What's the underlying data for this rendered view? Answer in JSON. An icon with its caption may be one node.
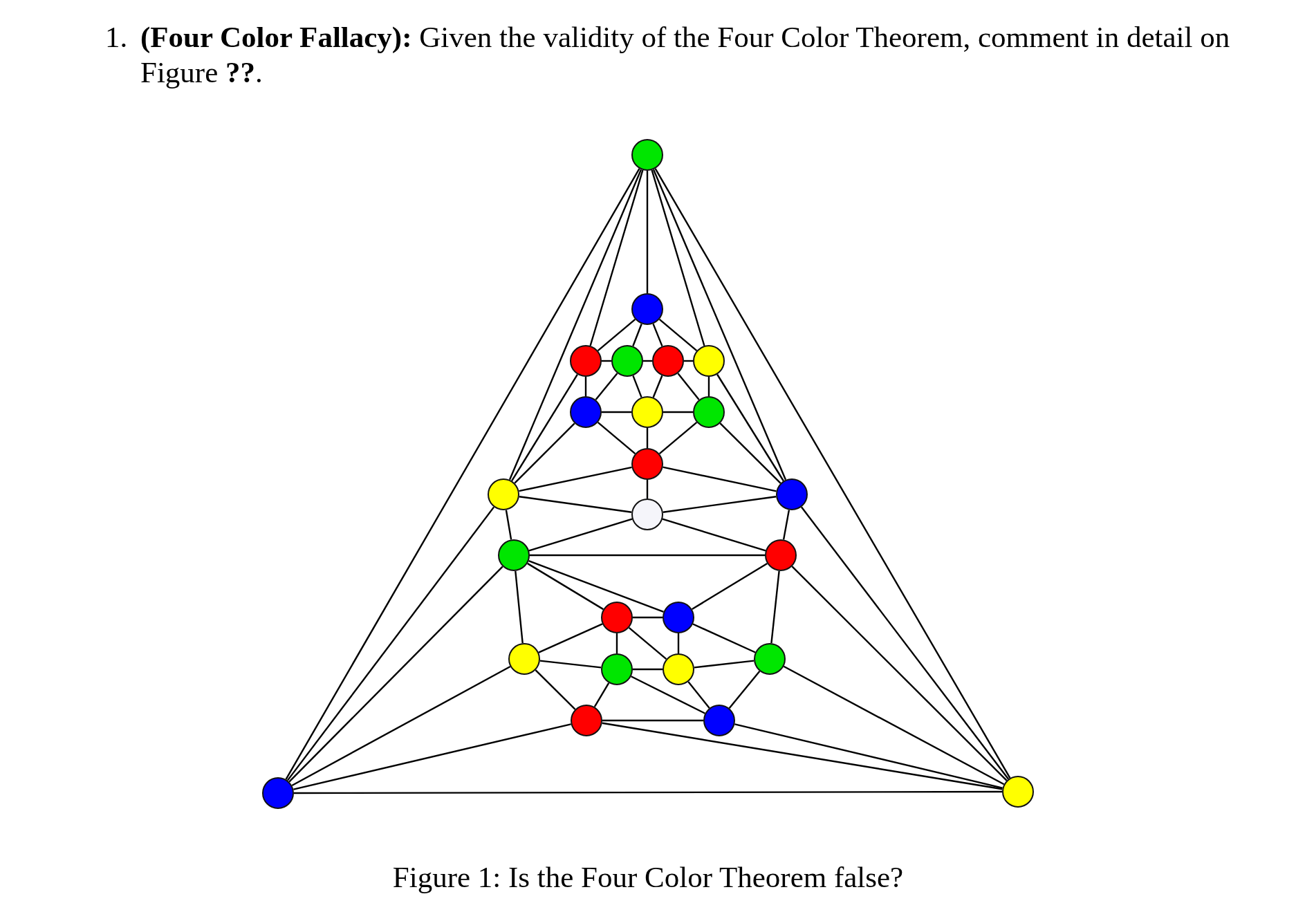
{
  "diagram": {
    "caption": "Figure 1: Is the Four Color Theorem false?",
    "nodes": [
      {
        "text": [],
        "shape": "circle"
      },
      {
        "text": [],
        "shape": "circle"
      },
      {
        "text": [],
        "shape": "circle"
      },
      {
        "text": [],
        "shape": "circle"
      },
      {
        "text": [],
        "shape": "circle"
      },
      {
        "text": [],
        "shape": "circle"
      },
      {
        "text": [],
        "shape": "circle"
      },
      {
        "text": [],
        "shape": "circle"
      },
      {
        "text": [],
        "shape": "circle"
      },
      {
        "text": [],
        "shape": "circle"
      },
      {
        "text": [],
        "shape": "circle"
      },
      {
        "text": [],
        "shape": "circle"
      },
      {
        "text": [],
        "shape": "circle"
      },
      {
        "text": [],
        "shape": "circle"
      },
      {
        "text": [],
        "shape": "circle"
      },
      {
        "text": [],
        "shape": "circle"
      },
      {
        "text": [],
        "shape": "circle"
      },
      {
        "text": [],
        "shape": "circle"
      },
      {
        "text": [],
        "shape": "circle"
      },
      {
        "text": [],
        "shape": "circle"
      },
      {
        "text": [],
        "shape": "circle"
      },
      {
        "text": [],
        "shape": "circle"
      },
      {
        "text": [],
        "shape": "circle"
      },
      {
        "text": [],
        "shape": "circle"
      },
      {
        "text": [],
        "shape": "circle"
      }
    ],
    "edges": [
      {
        "from": 0,
        "to": 23,
        "arrow": "none"
      },
      {
        "from": 0,
        "to": 24,
        "arrow": "none"
      },
      {
        "from": 23,
        "to": 24,
        "arrow": "none"
      },
      {
        "from": 0,
        "to": 1,
        "arrow": "none"
      },
      {
        "from": 1,
        "to": 2,
        "arrow": "none"
      },
      {
        "from": 1,
        "to": 3,
        "arrow": "none"
      },
      {
        "from": 1,
        "to": 4,
        "arrow": "none"
      },
      {
        "from": 1,
        "to": 5,
        "arrow": "none"
      },
      {
        "from": 2,
        "to": 3,
        "arrow": "none"
      },
      {
        "from": 3,
        "to": 4,
        "arrow": "none"
      },
      {
        "from": 4,
        "to": 5,
        "arrow": "none"
      },
      {
        "from": 2,
        "to": 6,
        "arrow": "none"
      },
      {
        "from": 5,
        "to": 8,
        "arrow": "none"
      },
      {
        "from": 3,
        "to": 6,
        "arrow": "none"
      },
      {
        "from": 3,
        "to": 7,
        "arrow": "none"
      },
      {
        "from": 4,
        "to": 7,
        "arrow": "none"
      },
      {
        "from": 4,
        "to": 8,
        "arrow": "none"
      },
      {
        "from": 6,
        "to": 7,
        "arrow": "none"
      },
      {
        "from": 7,
        "to": 8,
        "arrow": "none"
      },
      {
        "from": 6,
        "to": 9,
        "arrow": "none"
      },
      {
        "from": 7,
        "to": 9,
        "arrow": "none"
      },
      {
        "from": 8,
        "to": 9,
        "arrow": "none"
      },
      {
        "from": 0,
        "to": 2,
        "arrow": "none"
      },
      {
        "from": 0,
        "to": 5,
        "arrow": "none"
      },
      {
        "from": 2,
        "to": 10,
        "arrow": "none"
      },
      {
        "from": 6,
        "to": 10,
        "arrow": "none"
      },
      {
        "from": 5,
        "to": 11,
        "arrow": "none"
      },
      {
        "from": 8,
        "to": 11,
        "arrow": "none"
      },
      {
        "from": 9,
        "to": 10,
        "arrow": "none"
      },
      {
        "from": 9,
        "to": 11,
        "arrow": "none"
      },
      {
        "from": 9,
        "to": 12,
        "arrow": "none"
      },
      {
        "from": 10,
        "to": 12,
        "arrow": "none"
      },
      {
        "from": 11,
        "to": 12,
        "arrow": "none"
      },
      {
        "from": 0,
        "to": 10,
        "arrow": "none"
      },
      {
        "from": 0,
        "to": 11,
        "arrow": "none"
      },
      {
        "from": 10,
        "to": 13,
        "arrow": "none"
      },
      {
        "from": 11,
        "to": 14,
        "arrow": "none"
      },
      {
        "from": 12,
        "to": 13,
        "arrow": "none"
      },
      {
        "from": 12,
        "to": 14,
        "arrow": "none"
      },
      {
        "from": 13,
        "to": 14,
        "arrow": "none"
      },
      {
        "from": 13,
        "to": 15,
        "arrow": "none"
      },
      {
        "from": 13,
        "to": 16,
        "arrow": "none"
      },
      {
        "from": 14,
        "to": 16,
        "arrow": "none"
      },
      {
        "from": 13,
        "to": 17,
        "arrow": "none"
      },
      {
        "from": 14,
        "to": 20,
        "arrow": "none"
      },
      {
        "from": 13,
        "to": 23,
        "arrow": "none"
      },
      {
        "from": 10,
        "to": 23,
        "arrow": "none"
      },
      {
        "from": 14,
        "to": 24,
        "arrow": "none"
      },
      {
        "from": 11,
        "to": 24,
        "arrow": "none"
      },
      {
        "from": 15,
        "to": 16,
        "arrow": "none"
      },
      {
        "from": 15,
        "to": 17,
        "arrow": "none"
      },
      {
        "from": 15,
        "to": 18,
        "arrow": "none"
      },
      {
        "from": 15,
        "to": 19,
        "arrow": "none"
      },
      {
        "from": 16,
        "to": 19,
        "arrow": "none"
      },
      {
        "from": 16,
        "to": 20,
        "arrow": "none"
      },
      {
        "from": 17,
        "to": 18,
        "arrow": "none"
      },
      {
        "from": 18,
        "to": 19,
        "arrow": "none"
      },
      {
        "from": 19,
        "to": 20,
        "arrow": "none"
      },
      {
        "from": 17,
        "to": 21,
        "arrow": "none"
      },
      {
        "from": 18,
        "to": 21,
        "arrow": "none"
      },
      {
        "from": 18,
        "to": 22,
        "arrow": "none"
      },
      {
        "from": 19,
        "to": 22,
        "arrow": "none"
      },
      {
        "from": 20,
        "to": 22,
        "arrow": "none"
      },
      {
        "from": 21,
        "to": 22,
        "arrow": "none"
      },
      {
        "from": 17,
        "to": 23,
        "arrow": "none"
      },
      {
        "from": 21,
        "to": 23,
        "arrow": "none"
      },
      {
        "from": 21,
        "to": 24,
        "arrow": "none"
      },
      {
        "from": 22,
        "to": 24,
        "arrow": "none"
      },
      {
        "from": 20,
        "to": 24,
        "arrow": "none"
      }
    ],
    "labels": [
      "1.",
      "**(Four Color Fallacy):** Given the validity of the Four Color Theorem, comment in detail on Figure **??**."
    ]
  }
}
